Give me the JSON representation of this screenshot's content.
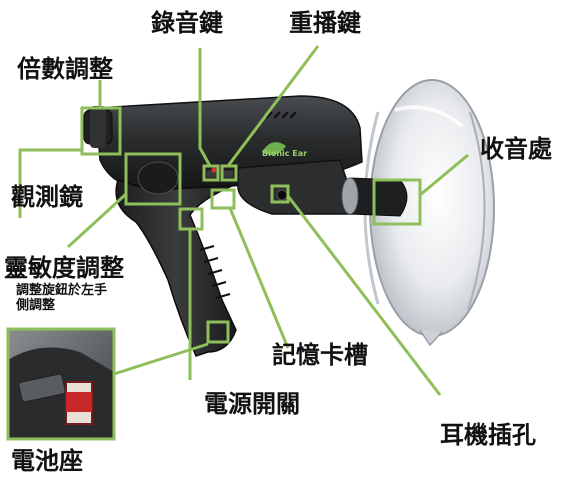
{
  "labels": {
    "record_key": "錄音鍵",
    "replay_key": "重播鍵",
    "zoom_adjust": "倍數調整",
    "scope": "觀測鏡",
    "receiver": "收音處",
    "sensitivity": "靈敏度調整",
    "sensitivity_note_line1": "調整旋鈕於左手",
    "sensitivity_note_line2": "側調整",
    "memory_slot": "記憶卡槽",
    "power_switch": "電源開關",
    "earphone_jack": "耳機插孔",
    "battery_holder": "電池座"
  },
  "device_logo": "Bionic Ear",
  "colors": {
    "leader": "#8fbf5a",
    "body": "#2b2d2f",
    "dish": "#dfe2e6"
  }
}
